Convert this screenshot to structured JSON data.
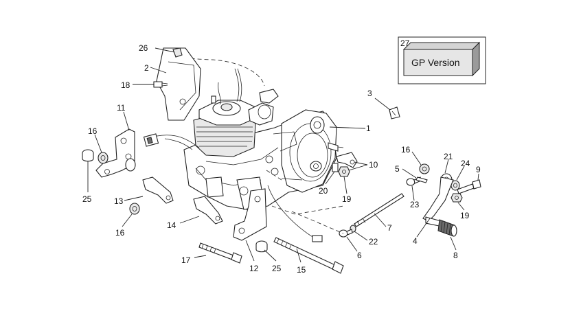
{
  "inset": {
    "number": "27",
    "label": "GP Version"
  },
  "callouts": [
    {
      "id": "1",
      "text": "1"
    },
    {
      "id": "2",
      "text": "2"
    },
    {
      "id": "3",
      "text": "3"
    },
    {
      "id": "4",
      "text": "4"
    },
    {
      "id": "5",
      "text": "5"
    },
    {
      "id": "6",
      "text": "6"
    },
    {
      "id": "7",
      "text": "7"
    },
    {
      "id": "8",
      "text": "8"
    },
    {
      "id": "9",
      "text": "9"
    },
    {
      "id": "10",
      "text": "10"
    },
    {
      "id": "11",
      "text": "11"
    },
    {
      "id": "12",
      "text": "12"
    },
    {
      "id": "13",
      "text": "13"
    },
    {
      "id": "14",
      "text": "14"
    },
    {
      "id": "15",
      "text": "15"
    },
    {
      "id": "16a",
      "text": "16"
    },
    {
      "id": "16b",
      "text": "16"
    },
    {
      "id": "16c",
      "text": "16"
    },
    {
      "id": "17",
      "text": "17"
    },
    {
      "id": "18",
      "text": "18"
    },
    {
      "id": "19a",
      "text": "19"
    },
    {
      "id": "19b",
      "text": "19"
    },
    {
      "id": "20",
      "text": "20"
    },
    {
      "id": "21",
      "text": "21"
    },
    {
      "id": "22",
      "text": "22"
    },
    {
      "id": "23",
      "text": "23"
    },
    {
      "id": "24",
      "text": "24"
    },
    {
      "id": "25a",
      "text": "25"
    },
    {
      "id": "25b",
      "text": "25"
    },
    {
      "id": "26",
      "text": "26"
    }
  ]
}
